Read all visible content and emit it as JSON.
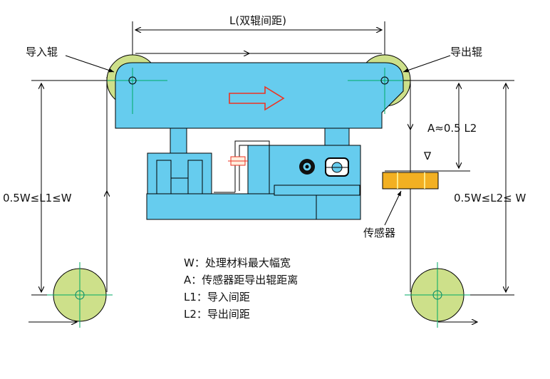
{
  "labels": {
    "span": "L(双辊间距)",
    "entry_roller": "导入辊",
    "exit_roller": "导出辊",
    "sensor_distance": "A≈0.5 L2",
    "left_span": "0.5W≤L1≤W",
    "right_span": "0.5W≤L2≤ W",
    "sensor": "传感器",
    "level_mark": "∇"
  },
  "legend": [
    "W：处理材料最大幅宽",
    "A：传感器距导出辊距离",
    "L1：导入间距",
    "L2：导出间距"
  ],
  "colors": {
    "frame_fill": "#66ccee",
    "roller_fill": "#cde08a",
    "sensor_fill": "#f2b022",
    "flow_arrow": "#ee3322",
    "center_line": "#00aa66",
    "outline": "#000000"
  }
}
